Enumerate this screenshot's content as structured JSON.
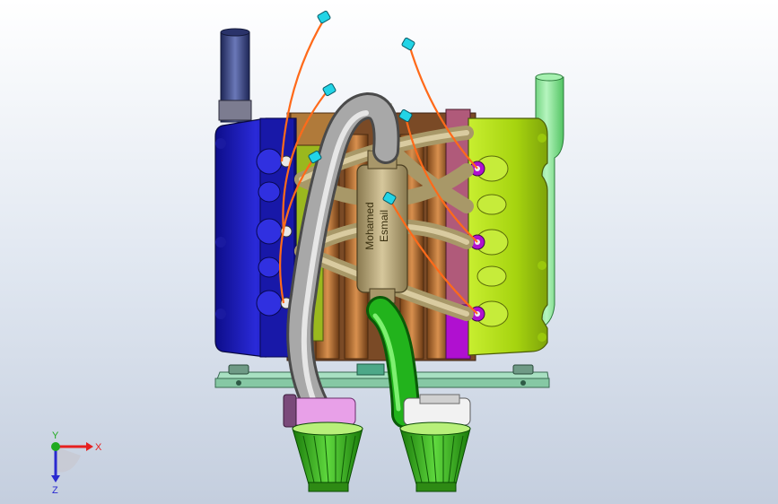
{
  "viewport": {
    "background_top": "#ffffff",
    "background_bottom": "#c4cede"
  },
  "model": {
    "engraving_line1": "Mohamed",
    "engraving_line2": "Esmail",
    "colors": {
      "left_block": "#1a1ab5",
      "right_block": "#a6d40f",
      "copper_pipes": "#b8743a",
      "manifold": "#b7a57a",
      "intake_pipe": "#9a9a9a",
      "green_pipe": "#22b31c",
      "exhaust_stack": "#3d4a86",
      "green_stack": "#7be28a",
      "base_plate": "#9bd7b6",
      "spark_wires": "#ff6a1a",
      "plug_caps": "#22d4e6",
      "air_filters": "#2ea714",
      "purple_block": "#b010d0",
      "pink_panel": "#b05a7a",
      "rubber_ring_pink": "#e8a0e8",
      "rubber_ring_white": "#f2f2f2"
    }
  },
  "triad": {
    "x_label": "X",
    "y_label": "Y",
    "z_label": "Z",
    "x_color": "#e62020",
    "y_color": "#1faa1f",
    "z_color": "#2a2ad0"
  }
}
